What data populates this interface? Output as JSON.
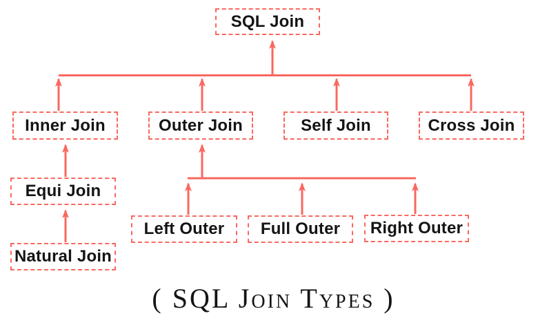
{
  "diagram": {
    "caption": "( SQL Join Types )",
    "accent_color": "#f9685f",
    "text_color": "#141414",
    "background_color": "#ffffff",
    "nodes": [
      {
        "id": "sql-join",
        "label": "SQL Join",
        "level": 1
      },
      {
        "id": "inner-join",
        "label": "Inner Join",
        "level": 2
      },
      {
        "id": "outer-join",
        "label": "Outer Join",
        "level": 2
      },
      {
        "id": "self-join",
        "label": "Self Join",
        "level": 2
      },
      {
        "id": "cross-join",
        "label": "Cross Join",
        "level": 2
      },
      {
        "id": "equi-join",
        "label": "Equi Join",
        "level": 3
      },
      {
        "id": "natural-join",
        "label": "Natural Join",
        "level": 4
      },
      {
        "id": "left-outer",
        "label": "Left Outer",
        "level": 3
      },
      {
        "id": "full-outer",
        "label": "Full Outer",
        "level": 3
      },
      {
        "id": "right-outer",
        "label": "Right Outer",
        "level": 3
      }
    ],
    "edges": [
      {
        "from": "inner-join",
        "to": "sql-join"
      },
      {
        "from": "outer-join",
        "to": "sql-join"
      },
      {
        "from": "self-join",
        "to": "sql-join"
      },
      {
        "from": "cross-join",
        "to": "sql-join"
      },
      {
        "from": "equi-join",
        "to": "inner-join"
      },
      {
        "from": "natural-join",
        "to": "equi-join"
      },
      {
        "from": "left-outer",
        "to": "outer-join"
      },
      {
        "from": "full-outer",
        "to": "outer-join"
      },
      {
        "from": "right-outer",
        "to": "outer-join"
      }
    ]
  }
}
